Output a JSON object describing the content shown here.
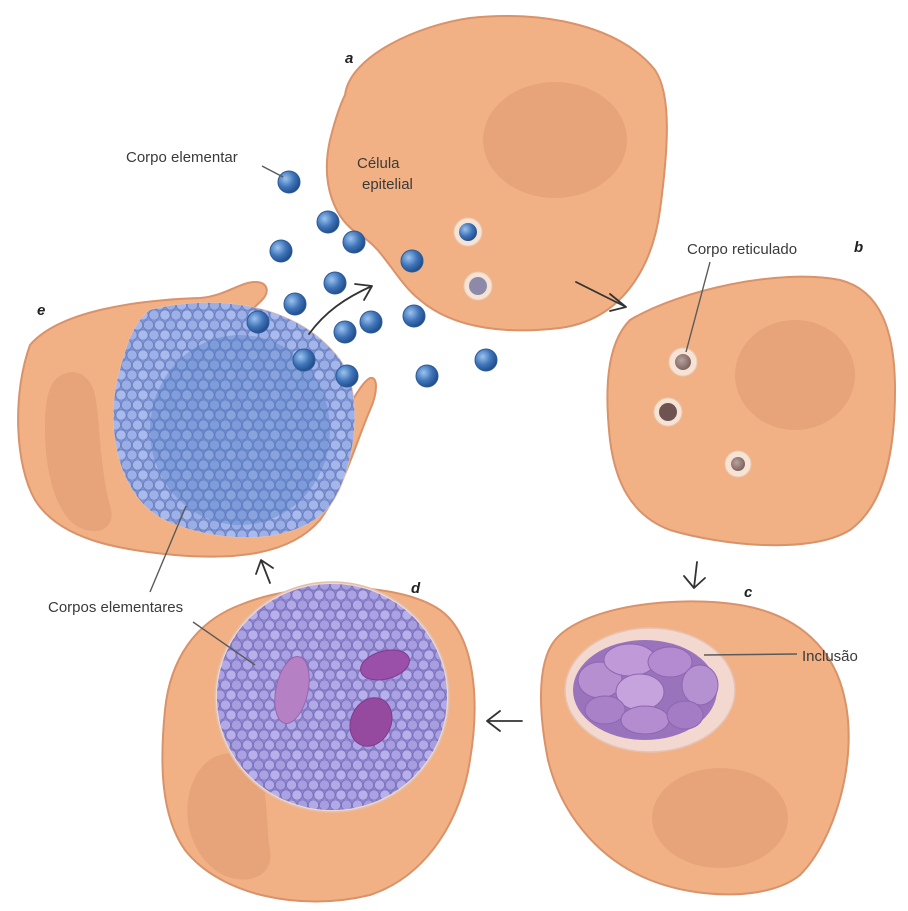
{
  "labels": {
    "corpo_elementar": "Corpo elementar",
    "celula_epitelial_line1": "Célula",
    "celula_epitelial_line2": "epitelial",
    "corpo_reticulado": "Corpo reticulado",
    "inclusao": "Inclusão",
    "corpos_elementares": "Corpos elementares"
  },
  "stages": {
    "a": "a",
    "b": "b",
    "c": "c",
    "d": "d",
    "e": "e"
  },
  "colors": {
    "cell_fill": "#f2b184",
    "cell_edge": "#d9926a",
    "nucleus": "#e7a37a",
    "elementary_body": "#3f74b9",
    "reticulate_body": "#9a7c78",
    "inclusion": "#a878b8",
    "vacuole": "#f7e3d3"
  }
}
